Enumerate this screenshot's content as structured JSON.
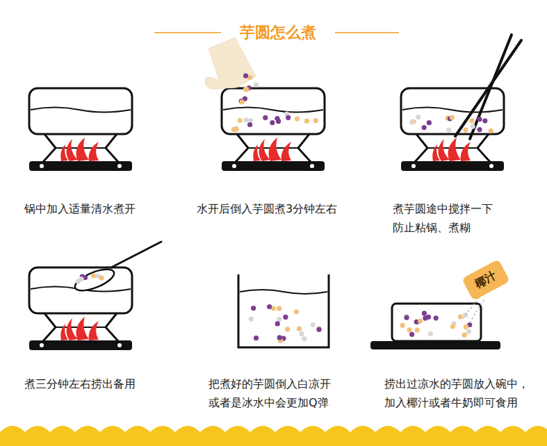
{
  "diagram": {
    "title": "芋圆怎么煮",
    "nodes": [
      {
        "text": [
          "椰汁"
        ]
      }
    ],
    "labels": [
      "锅中加入适量清水煮开",
      "水开后倒入芋圆煮3分钟左右",
      "煮芋圆途中搅拌一下 防止粘锅、煮糊",
      "煮三分钟左右捞出备用",
      "把煮好的芋圆倒入白凉开 或者是冰水中会更加Q弹",
      "捞出过凉水的芋圆放入碗中， 加入椰汁或者牛奶即可食用"
    ]
  }
}
